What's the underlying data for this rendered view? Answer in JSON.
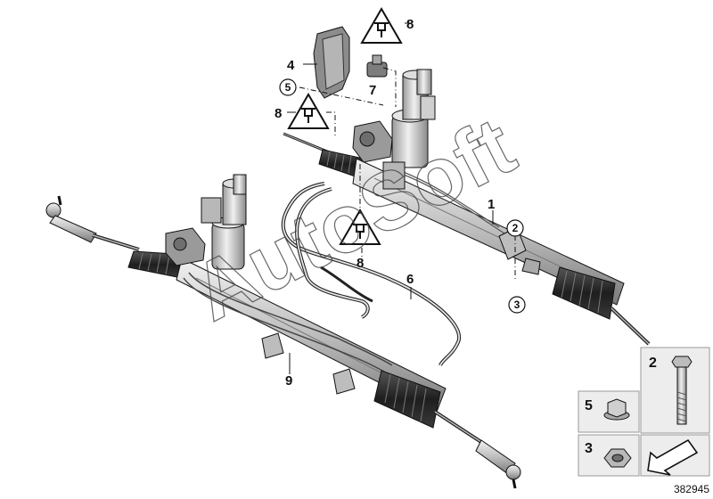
{
  "callouts": {
    "c1": "1",
    "c2": "2",
    "c3": "3",
    "c4": "4",
    "c5": "5",
    "c6": "6",
    "c7": "7",
    "c8a": "8",
    "c8b": "8",
    "c8c": "8",
    "c9": "9"
  },
  "legend": {
    "item2": "2",
    "item5": "5",
    "item3": "3"
  },
  "reference_number": "382945",
  "watermark": "AutoSoft",
  "colors": {
    "line": "#111111",
    "metal": "#c8c8c8",
    "rubber": "#2a2a2a",
    "panel": "#ededed"
  }
}
